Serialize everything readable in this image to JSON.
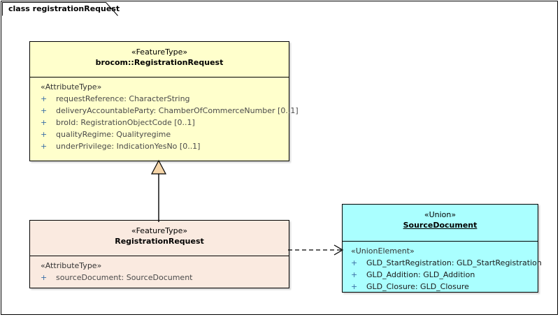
{
  "diagram": {
    "title": "class registrationRequest",
    "frame_color": "#000000",
    "background": "#ffffff"
  },
  "classes": [
    {
      "id": "brocom-registration-request",
      "stereotype": "«FeatureType»",
      "name": "brocom::RegistrationRequest",
      "fill": "#ffffcc",
      "compartment_stereotype": "«AttributeType»",
      "attributes": [
        {
          "visibility": "+",
          "text": "requestReference: CharacterString"
        },
        {
          "visibility": "+",
          "text": "deliveryAccountableParty: ChamberOfCommerceNumber [0..1]"
        },
        {
          "visibility": "+",
          "text": "broId: RegistrationObjectCode [0..1]"
        },
        {
          "visibility": "+",
          "text": "qualityRegime: Qualityregime"
        },
        {
          "visibility": "+",
          "text": "underPrivilege: IndicationYesNo [0..1]"
        }
      ]
    },
    {
      "id": "registration-request",
      "stereotype": "«FeatureType»",
      "name": "RegistrationRequest",
      "fill": "#faeae0",
      "compartment_stereotype": "«AttributeType»",
      "attributes": [
        {
          "visibility": "+",
          "text": "sourceDocument: SourceDocument"
        }
      ]
    },
    {
      "id": "source-document",
      "stereotype": "«Union»",
      "name": "SourceDocument",
      "fill": "#aaffff",
      "compartment_stereotype": "«UnionElement»",
      "attributes": [
        {
          "visibility": "+",
          "text": "GLD_StartRegistration: GLD_StartRegistration"
        },
        {
          "visibility": "+",
          "text": "GLD_Addition: GLD_Addition"
        },
        {
          "visibility": "+",
          "text": "GLD_Closure: GLD_Closure"
        }
      ]
    }
  ],
  "connectors": [
    {
      "id": "generalization",
      "kind": "generalization",
      "from": "RegistrationRequest",
      "to": "brocom::RegistrationRequest",
      "line": "solid",
      "arrowhead": "hollow-triangle",
      "arrow_fill": "#f5d5a8"
    },
    {
      "id": "dependency",
      "kind": "dependency",
      "from": "RegistrationRequest",
      "to": "SourceDocument",
      "line": "dashed",
      "arrowhead": "open-arrow",
      "arrow_fill": "#000000"
    }
  ]
}
